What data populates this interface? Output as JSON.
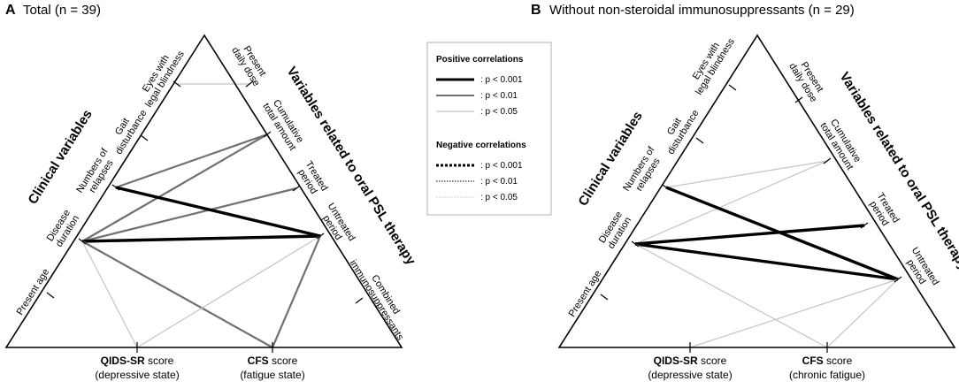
{
  "panel_a": {
    "letter": "A",
    "title": "Total  (n = 39)",
    "left_axis_title": "Clinical variables",
    "right_axis_title": "Variables related to oral PSL therapy",
    "left_labels": {
      "eyes": "Eyes with legal blindness",
      "gait": "Gait disturbance",
      "relapses": "Numbers of relapses",
      "disease": "Disease duration",
      "age": "Present age"
    },
    "right_labels": {
      "daily": "Present daily dose",
      "cumulative": "Cumulative total amount",
      "treated": "Treated period",
      "untreated": "Untreated period",
      "combined": "Combined immunosuppressants"
    },
    "bottom": {
      "qids_bold": "QIDS-SR",
      "qids_rest": " score",
      "qids_sub": "(depressive state)",
      "cfs_bold": "CFS",
      "cfs_rest": " score",
      "cfs_sub": "(fatigue state)"
    }
  },
  "panel_b": {
    "letter": "B",
    "title": "Without non-steroidal immunosuppressants (n = 29)",
    "left_axis_title": "Clinical variables",
    "right_axis_title": "Variables related to oral PSL therapy",
    "left_labels": {
      "eyes": "Eyes with legal blindness",
      "gait": "Gait disturbance",
      "relapses": "Numbers of relapses",
      "disease": "Disease duration",
      "age": "Present age"
    },
    "right_labels": {
      "daily": "Present daily dose",
      "cumulative": "Cumulative total amount",
      "treated": "Treated period",
      "untreated": "Untreated period"
    },
    "bottom": {
      "qids_bold": "QIDS-SR",
      "qids_rest": " score",
      "qids_sub": "(depressive state)",
      "cfs_bold": "CFS",
      "cfs_rest": " score",
      "cfs_sub": "(chronic fatigue)"
    }
  },
  "legend": {
    "positive_title": "Positive correlations",
    "negative_title": "Negative correlations",
    "p001": ":  p < 0.001",
    "p01": ":  p < 0.01",
    "p05": ":  p < 0.05"
  },
  "colors": {
    "strong": "#000000",
    "medium": "#707070",
    "weak": "#c4c4c4"
  }
}
